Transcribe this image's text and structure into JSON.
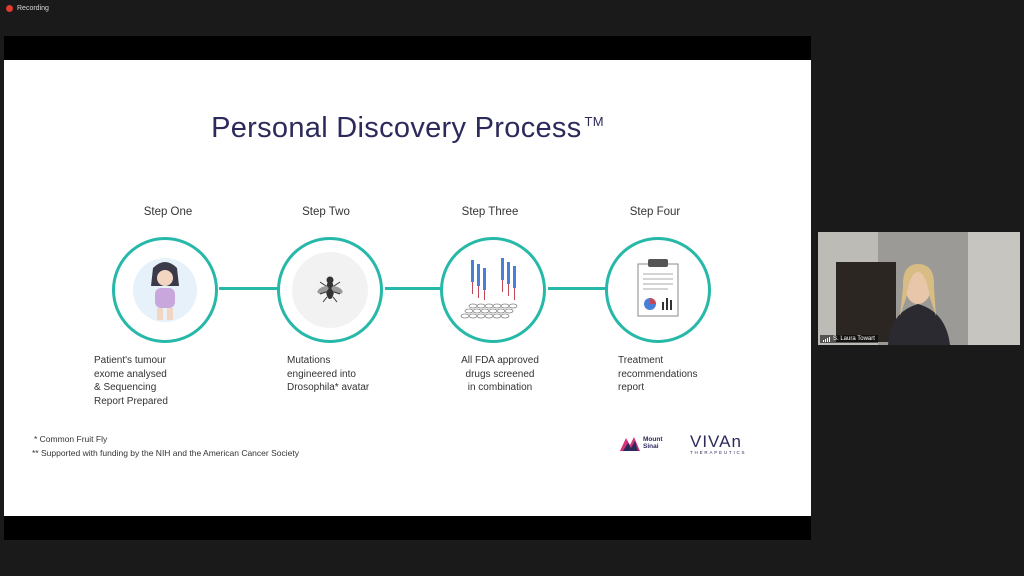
{
  "recording": {
    "label": "Recording",
    "color": "#e03b2e"
  },
  "slide": {
    "title": "Personal Discovery Process",
    "trademark": "TM",
    "accent_color": "#26b8a8",
    "title_color": "#2b2a5a",
    "steps": [
      {
        "label": "Step One",
        "icon": "patient-icon",
        "desc": [
          "Patient's tumour",
          "exome analysed",
          "& Sequencing",
          "Report Prepared"
        ]
      },
      {
        "label": "Step Two",
        "icon": "fruit-fly-icon",
        "desc": [
          "Mutations",
          "engineered into",
          "Drosophila* avatar"
        ]
      },
      {
        "label": "Step Three",
        "icon": "drug-screening-icon",
        "desc": [
          "All FDA approved",
          "drugs screened",
          "in combination"
        ]
      },
      {
        "label": "Step Four",
        "icon": "clipboard-report-icon",
        "desc": [
          "Treatment",
          "recommendations",
          "report"
        ]
      }
    ],
    "footnotes": [
      "* Common Fruit Fly",
      "** Supported with funding by the NIH and the American Cancer Society"
    ],
    "logos": {
      "mount_sinai": [
        "Mount",
        "Sinai"
      ],
      "vivan_main": "VIVAn",
      "vivan_sub": "THERAPEUTICS"
    }
  },
  "participant": {
    "name": "S. Laura Towart",
    "icon": "signal-bars-icon"
  }
}
